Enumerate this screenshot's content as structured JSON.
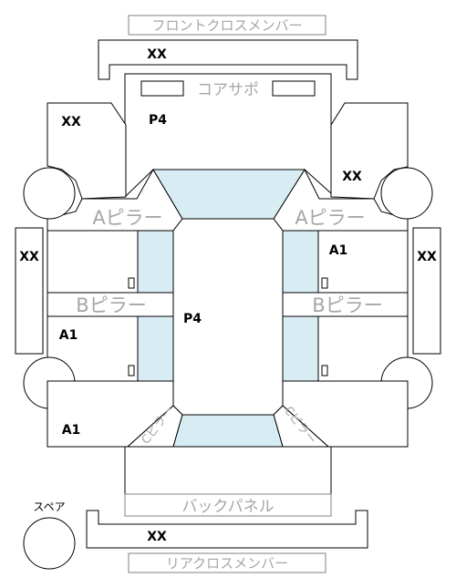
{
  "labels": {
    "front_cross_member": "フロントクロスメンバー",
    "core_support": "コアサポ",
    "a_pillar_left": "Aピラー",
    "a_pillar_right": "Aピラー",
    "b_pillar_left": "Bピラー",
    "b_pillar_right": "Bピラー",
    "c_pillar_left": "Cピラー",
    "c_pillar_right": "Cピラー",
    "back_panel": "バックパネル",
    "rear_cross_member": "リアクロスメンバー",
    "spare": "スペア"
  },
  "codes": {
    "front_cross_member": "XX",
    "core_support_area": "P4",
    "front_left_fender": "XX",
    "front_right_fender": "XX",
    "left_rocker": "XX",
    "right_rocker": "XX",
    "right_front_door": "A1",
    "left_rear_door": "A1",
    "roof": "P4",
    "left_rear_quarter": "A1",
    "rear_cross_member": "XX"
  },
  "colors": {
    "glass": "#d8ecf3",
    "outline": "#000000",
    "grey_text": "#a6a6a6"
  }
}
